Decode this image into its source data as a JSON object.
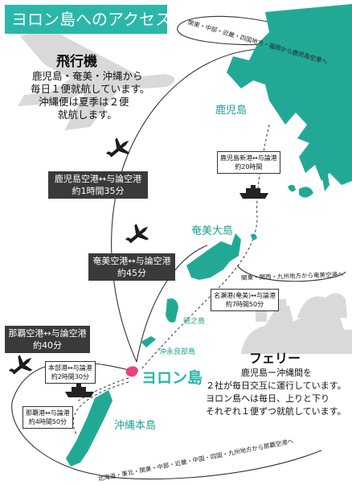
{
  "title": "ヨロン島へのアクセス",
  "air": {
    "heading": "飛行機",
    "lines": [
      "鹿児島・奄美・沖縄から",
      "毎日１便就航しています。",
      "沖縄便は夏季は２便",
      "就航します。"
    ]
  },
  "ferry": {
    "heading": "フェリー",
    "lines": [
      "鹿児島ー沖縄間を",
      "２社が毎日交互に運行しています。",
      "ヨロン島へは毎日、上りと下り",
      "それぞれ１便ずつ就航しています。"
    ]
  },
  "islands": {
    "kagoshima": "鹿児島",
    "amami": "奄美大島",
    "tokunoshima": "徳之島",
    "okinoerabu": "沖永良部島",
    "yoron": "ヨロン島",
    "okinawa": "沖縄本島"
  },
  "air_routes": {
    "kagoshima": {
      "line1": "鹿児島空港↔与論空港",
      "line2": "約1時間35分"
    },
    "amami": {
      "line1": "奄美空港↔与論空港",
      "line2": "約45分"
    },
    "naha": {
      "line1": "那覇空港↔与論空港",
      "line2": "約40分"
    }
  },
  "ferry_routes": {
    "kagoshima": {
      "line1": "鹿児島新港↔与論港",
      "line2": "約20時間"
    },
    "naze": {
      "line1": "名瀬港(奄美)↔与論港",
      "line2": "約7時間50分"
    },
    "motobu": {
      "line1": "本部港↔与論港",
      "line2": "約2時間30分"
    },
    "naha": {
      "line1": "那覇港↔与論港",
      "line2": "約4時間50分"
    }
  },
  "connections": {
    "top": "関東・中部・近畿・四国地方・福岡から鹿児島空港へ",
    "middle": "関東・関西・九州地方から奄美空港へ",
    "bottom": "北海道・東北・関東・中部・近畿・中国・四国・九州地方から那覇空港へ"
  },
  "colors": {
    "title_bg": "#2ab7a9",
    "land": "#22a996",
    "yoron": "#e8427c",
    "label_bg": "#3a3a3a",
    "plane_bg": "#d9d9d9"
  }
}
